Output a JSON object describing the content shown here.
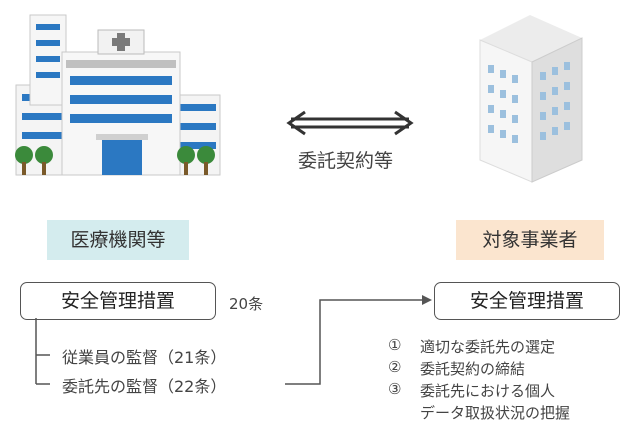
{
  "contract_label": "委託契約等",
  "left_entity": {
    "label": "医療機関等",
    "bg": "#d4ecee"
  },
  "right_entity": {
    "label": "対象事業者",
    "bg": "#fbe5cf"
  },
  "left_box": {
    "label": "安全管理措置",
    "article": "20条"
  },
  "right_box": {
    "label": "安全管理措置"
  },
  "left_items": [
    "従業員の監督（21条）",
    "委託先の監督（22条）"
  ],
  "right_items": [
    {
      "num": "①",
      "text": "適切な委託先の選定"
    },
    {
      "num": "②",
      "text": "委託契約の締結"
    },
    {
      "num": "③",
      "text": "委託先における個人"
    },
    {
      "num": "",
      "text": "データ取扱状況の把握"
    }
  ]
}
